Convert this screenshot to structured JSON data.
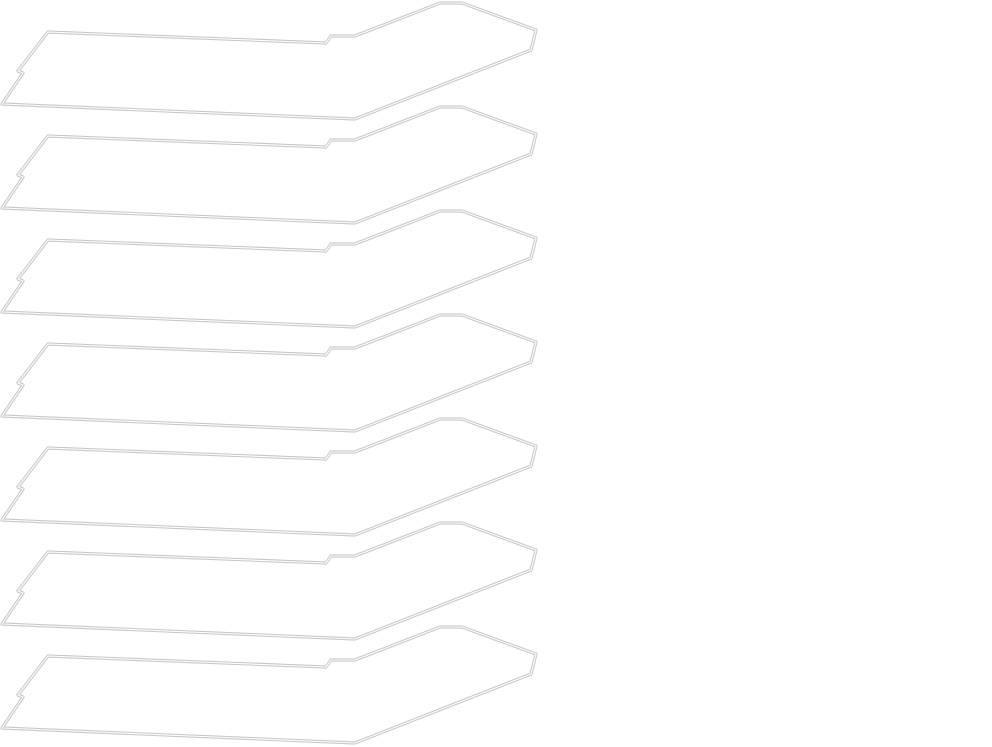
{
  "canvas": {
    "background": "#ffffff",
    "outline_color": "#c7c7c7"
  },
  "outlines": [
    {
      "id": "outline-1"
    },
    {
      "id": "outline-2"
    },
    {
      "id": "outline-3"
    },
    {
      "id": "outline-4"
    },
    {
      "id": "outline-5"
    },
    {
      "id": "outline-6"
    },
    {
      "id": "outline-7"
    }
  ]
}
